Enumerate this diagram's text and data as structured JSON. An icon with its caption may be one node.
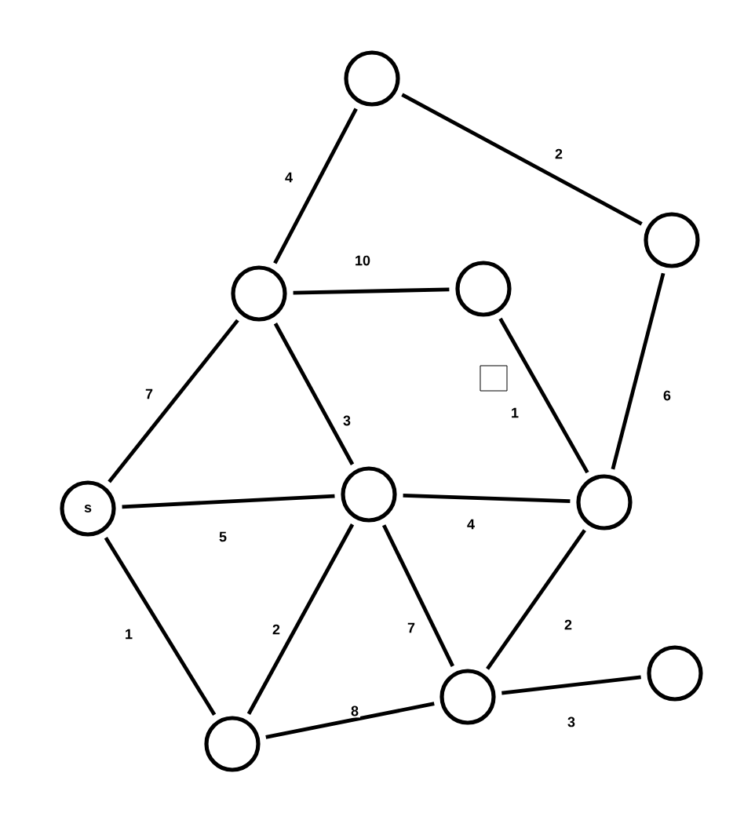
{
  "diagram": {
    "nodes": [
      {
        "text": [],
        "shape": "circle"
      },
      {
        "text": [],
        "shape": "circle"
      },
      {
        "text": [],
        "shape": "circle"
      },
      {
        "text": [],
        "shape": "circle"
      },
      {
        "text": [
          "s"
        ]
      },
      {
        "text": [],
        "shape": "circle"
      },
      {
        "text": [],
        "shape": "circle"
      },
      {
        "text": [],
        "shape": "circle"
      },
      {
        "text": [],
        "shape": "circle"
      },
      {
        "text": [],
        "shape": "circle"
      }
    ],
    "edges": [
      {
        "from": 0,
        "to": 2,
        "arrow": "none",
        "label": "4"
      },
      {
        "from": 0,
        "to": 1,
        "arrow": "none",
        "label": "2"
      },
      {
        "from": 2,
        "to": 3,
        "arrow": "none",
        "label": "10"
      },
      {
        "from": 2,
        "to": 4,
        "arrow": "none",
        "label": "7"
      },
      {
        "from": 2,
        "to": 5,
        "arrow": "none",
        "label": "3"
      },
      {
        "from": 3,
        "to": 6,
        "arrow": "none",
        "label": "1"
      },
      {
        "from": 1,
        "to": 6,
        "arrow": "none",
        "label": "6"
      },
      {
        "from": 4,
        "to": 5,
        "arrow": "none",
        "label": "5"
      },
      {
        "from": 5,
        "to": 6,
        "arrow": "none",
        "label": "4"
      },
      {
        "from": 4,
        "to": 7,
        "arrow": "none",
        "label": "1"
      },
      {
        "from": 5,
        "to": 7,
        "arrow": "none",
        "label": "2"
      },
      {
        "from": 5,
        "to": 8,
        "arrow": "none",
        "label": "7"
      },
      {
        "from": 6,
        "to": 8,
        "arrow": "none",
        "label": "2"
      },
      {
        "from": 7,
        "to": 8,
        "arrow": "none",
        "label": "8"
      },
      {
        "from": 8,
        "to": 9,
        "arrow": "none",
        "label": "3"
      }
    ]
  }
}
